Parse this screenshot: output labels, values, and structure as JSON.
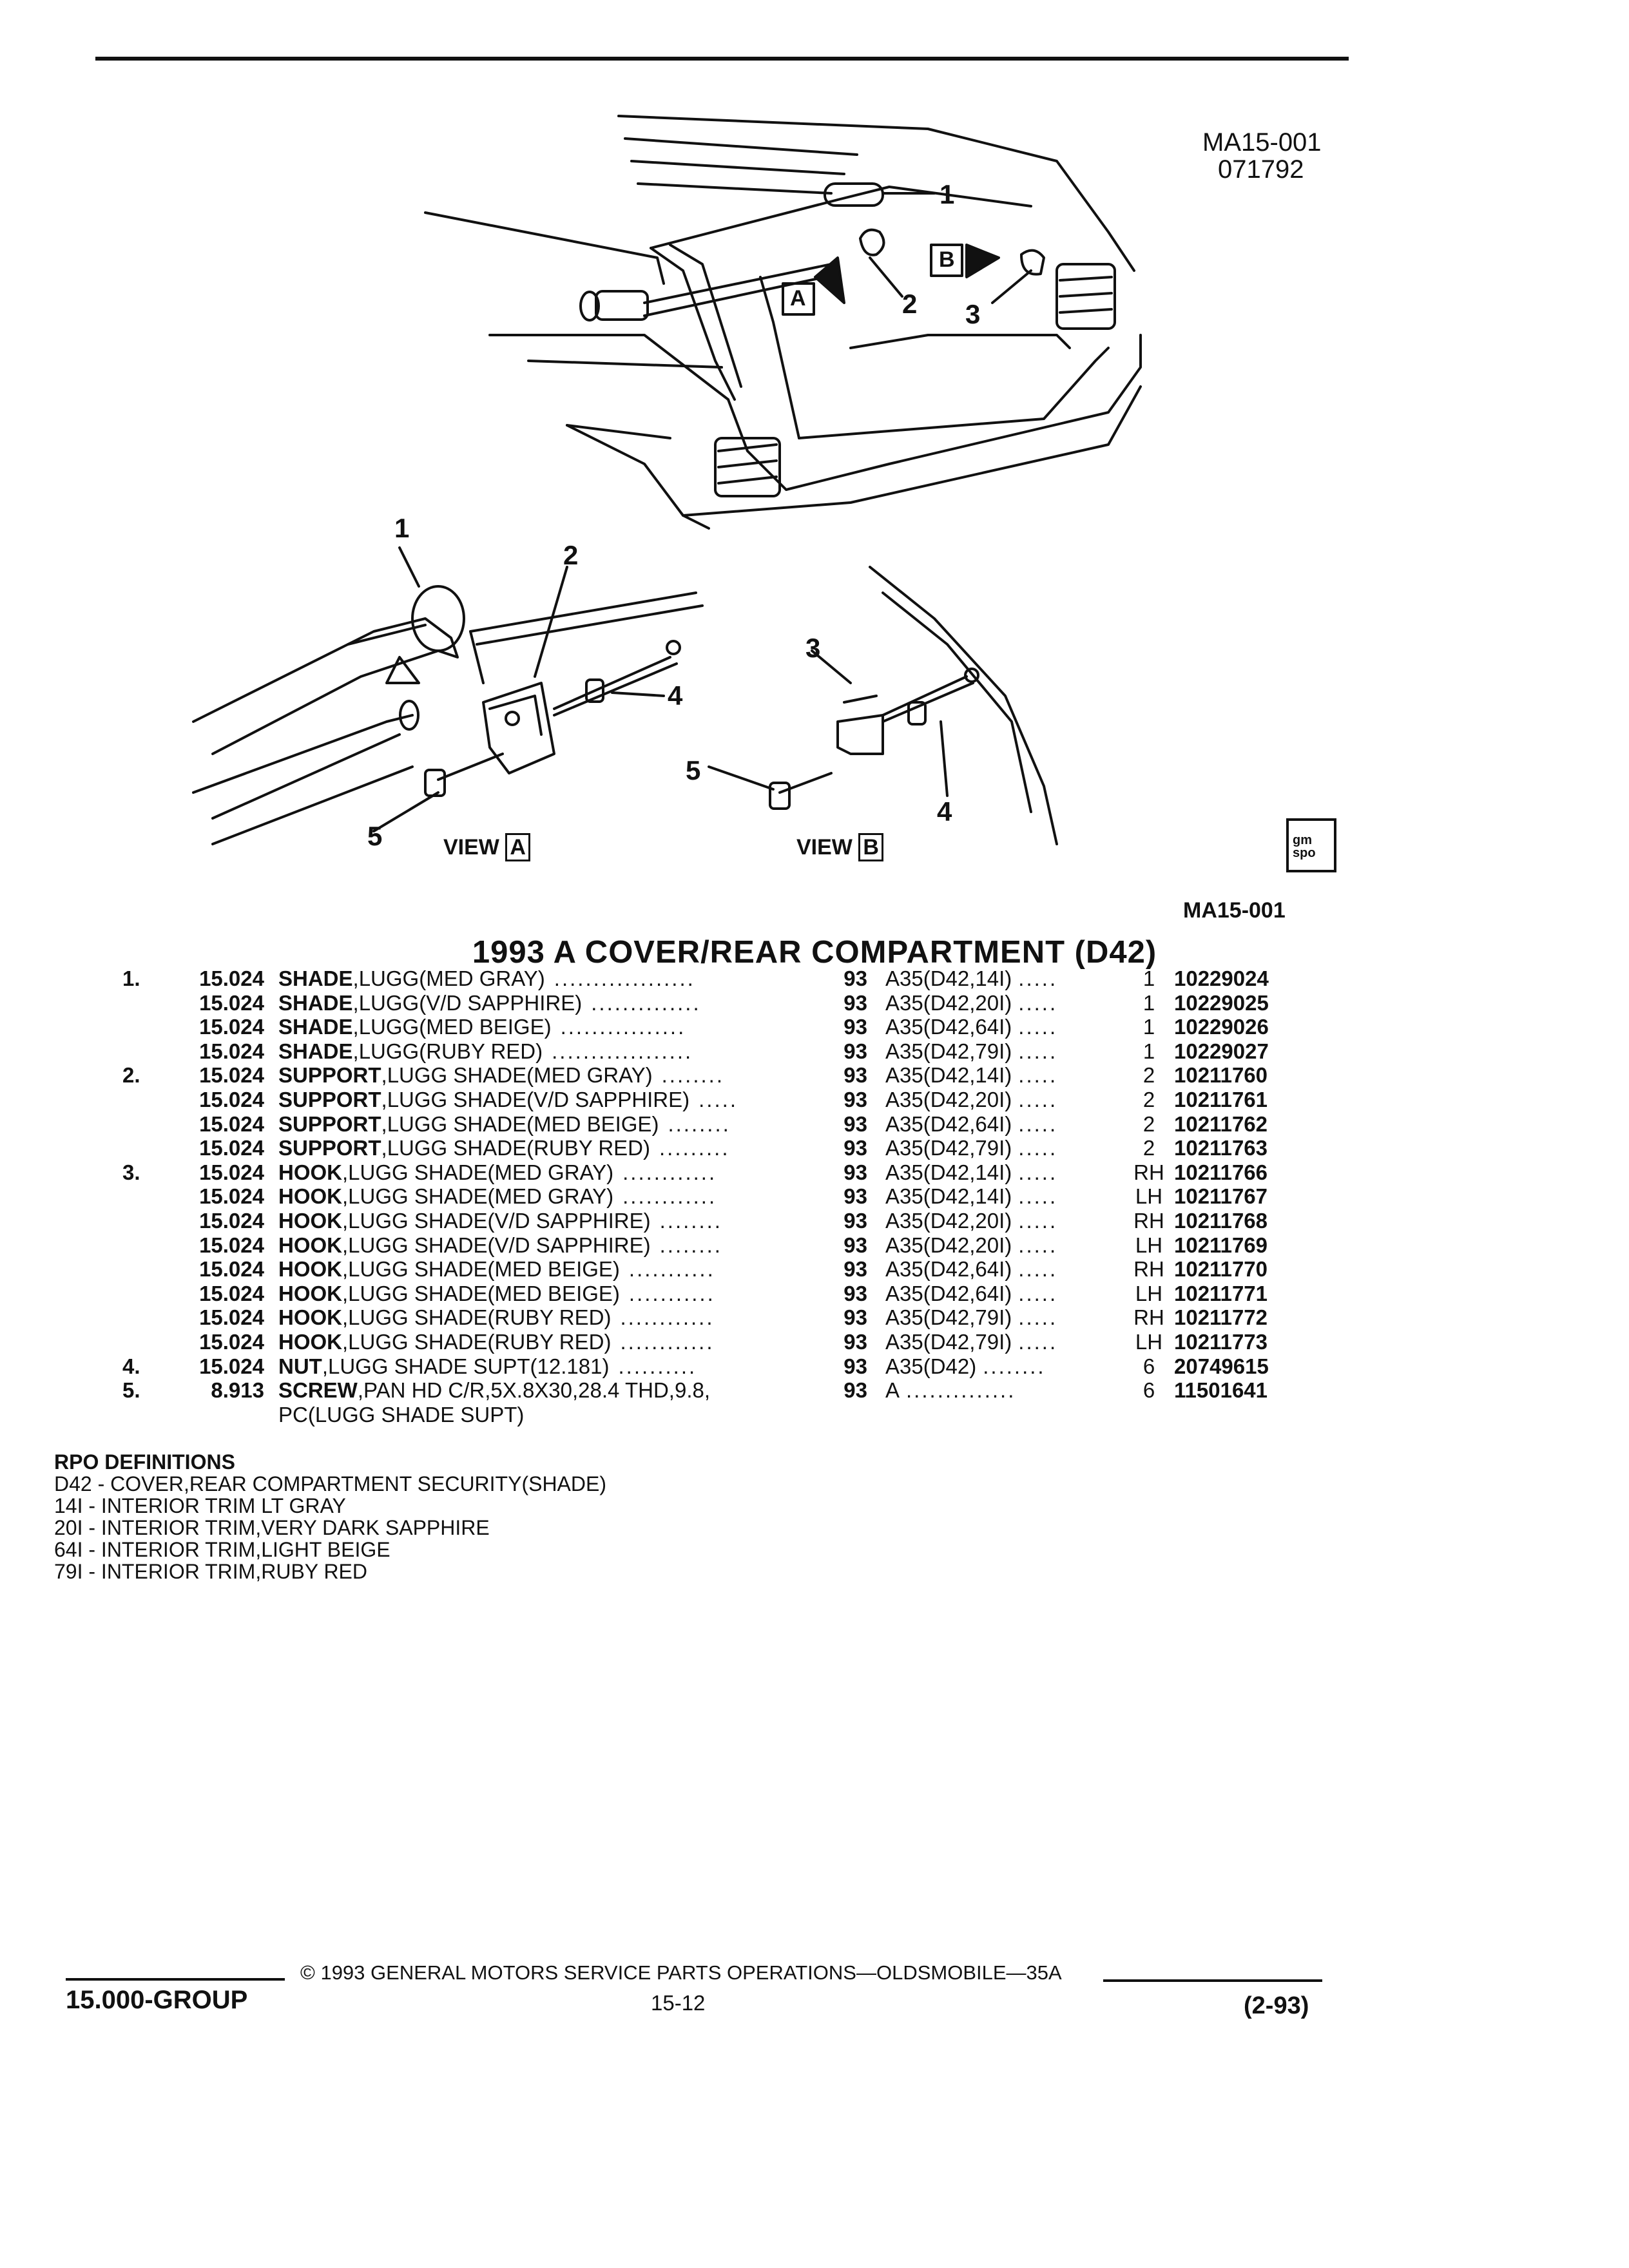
{
  "header": {
    "figure_code": "MA15-001",
    "figure_date": "071792"
  },
  "illustration": {
    "callouts": [
      "1",
      "1",
      "2",
      "2",
      "3",
      "3",
      "4",
      "4",
      "5",
      "5"
    ],
    "view_a_label": "VIEW",
    "view_a_letter": "A",
    "view_b_label": "VIEW",
    "view_b_letter": "B",
    "figure_code_bottom": "MA15-001",
    "logo_text": "gm spo"
  },
  "section_title": "1993 A COVER/REAR COMPARTMENT (D42)",
  "parts": [
    {
      "item": "1.",
      "group": "15.024",
      "name": "SHADE",
      "detail": ",LUGG(MED GRAY)",
      "dots": "..................",
      "yr": "93",
      "app": "A35(D42,14I)",
      "appdots": ".....",
      "qty": "1",
      "pn": "10229024"
    },
    {
      "item": "",
      "group": "15.024",
      "name": "SHADE",
      "detail": ",LUGG(V/D SAPPHIRE)",
      "dots": "..............",
      "yr": "93",
      "app": "A35(D42,20I)",
      "appdots": ".....",
      "qty": "1",
      "pn": "10229025"
    },
    {
      "item": "",
      "group": "15.024",
      "name": "SHADE",
      "detail": ",LUGG(MED BEIGE)",
      "dots": "................",
      "yr": "93",
      "app": "A35(D42,64I)",
      "appdots": ".....",
      "qty": "1",
      "pn": "10229026"
    },
    {
      "item": "",
      "group": "15.024",
      "name": "SHADE",
      "detail": ",LUGG(RUBY RED)",
      "dots": "..................",
      "yr": "93",
      "app": "A35(D42,79I)",
      "appdots": ".....",
      "qty": "1",
      "pn": "10229027"
    },
    {
      "item": "2.",
      "group": "15.024",
      "name": "SUPPORT",
      "detail": ",LUGG SHADE(MED GRAY)",
      "dots": "........",
      "yr": "93",
      "app": "A35(D42,14I)",
      "appdots": ".....",
      "qty": "2",
      "pn": "10211760"
    },
    {
      "item": "",
      "group": "15.024",
      "name": "SUPPORT",
      "detail": ",LUGG SHADE(V/D SAPPHIRE)",
      "dots": ".....",
      "yr": "93",
      "app": "A35(D42,20I)",
      "appdots": ".....",
      "qty": "2",
      "pn": "10211761"
    },
    {
      "item": "",
      "group": "15.024",
      "name": "SUPPORT",
      "detail": ",LUGG SHADE(MED BEIGE)",
      "dots": "........",
      "yr": "93",
      "app": "A35(D42,64I)",
      "appdots": ".....",
      "qty": "2",
      "pn": "10211762"
    },
    {
      "item": "",
      "group": "15.024",
      "name": "SUPPORT",
      "detail": ",LUGG SHADE(RUBY RED)",
      "dots": ".........",
      "yr": "93",
      "app": "A35(D42,79I)",
      "appdots": ".....",
      "qty": "2",
      "pn": "10211763"
    },
    {
      "item": "3.",
      "group": "15.024",
      "name": "HOOK",
      "detail": ",LUGG SHADE(MED GRAY)",
      "dots": "............",
      "yr": "93",
      "app": "A35(D42,14I)",
      "appdots": ".....",
      "qty": "RH",
      "pn": "10211766"
    },
    {
      "item": "",
      "group": "15.024",
      "name": "HOOK",
      "detail": ",LUGG SHADE(MED GRAY)",
      "dots": "............",
      "yr": "93",
      "app": "A35(D42,14I)",
      "appdots": ".....",
      "qty": "LH",
      "pn": "10211767"
    },
    {
      "item": "",
      "group": "15.024",
      "name": "HOOK",
      "detail": ",LUGG SHADE(V/D SAPPHIRE)",
      "dots": "........",
      "yr": "93",
      "app": "A35(D42,20I)",
      "appdots": ".....",
      "qty": "RH",
      "pn": "10211768"
    },
    {
      "item": "",
      "group": "15.024",
      "name": "HOOK",
      "detail": ",LUGG SHADE(V/D SAPPHIRE)",
      "dots": "........",
      "yr": "93",
      "app": "A35(D42,20I)",
      "appdots": ".....",
      "qty": "LH",
      "pn": "10211769"
    },
    {
      "item": "",
      "group": "15.024",
      "name": "HOOK",
      "detail": ",LUGG SHADE(MED BEIGE)",
      "dots": "...........",
      "yr": "93",
      "app": "A35(D42,64I)",
      "appdots": ".....",
      "qty": "RH",
      "pn": "10211770"
    },
    {
      "item": "",
      "group": "15.024",
      "name": "HOOK",
      "detail": ",LUGG SHADE(MED BEIGE)",
      "dots": "...........",
      "yr": "93",
      "app": "A35(D42,64I)",
      "appdots": ".....",
      "qty": "LH",
      "pn": "10211771"
    },
    {
      "item": "",
      "group": "15.024",
      "name": "HOOK",
      "detail": ",LUGG SHADE(RUBY RED)",
      "dots": "............",
      "yr": "93",
      "app": "A35(D42,79I)",
      "appdots": ".....",
      "qty": "RH",
      "pn": "10211772"
    },
    {
      "item": "",
      "group": "15.024",
      "name": "HOOK",
      "detail": ",LUGG SHADE(RUBY RED)",
      "dots": "............",
      "yr": "93",
      "app": "A35(D42,79I)",
      "appdots": ".....",
      "qty": "LH",
      "pn": "10211773"
    },
    {
      "item": "4.",
      "group": "15.024",
      "name": "NUT",
      "detail": ",LUGG SHADE SUPT(12.181)",
      "dots": "..........",
      "yr": "93",
      "app": "A35(D42)",
      "appdots": "........",
      "qty": "6",
      "pn": "20749615"
    },
    {
      "item": "5.",
      "group": "8.913",
      "name": "SCREW",
      "detail": ",PAN HD C/R,5X.8X30,28.4 THD,9.8,",
      "dots": "",
      "yr": "93",
      "app": "A",
      "appdots": "..............",
      "qty": "6",
      "pn": "11501641"
    },
    {
      "item": "",
      "group": "",
      "name": "",
      "detail": "PC(LUGG SHADE SUPT)",
      "dots": "",
      "yr": "",
      "app": "",
      "appdots": "",
      "qty": "",
      "pn": ""
    }
  ],
  "rpo": {
    "heading": "RPO DEFINITIONS",
    "lines": [
      "D42 - COVER,REAR COMPARTMENT SECURITY(SHADE)",
      "14I - INTERIOR TRIM LT GRAY",
      "20I - INTERIOR TRIM,VERY DARK SAPPHIRE",
      "64I - INTERIOR TRIM,LIGHT BEIGE",
      "79I - INTERIOR TRIM,RUBY RED"
    ]
  },
  "footer": {
    "group": "15.000-GROUP",
    "copyright": "© 1993 GENERAL MOTORS SERVICE PARTS OPERATIONS—OLDSMOBILE—35A",
    "page": "15-12",
    "date": "(2-93)"
  }
}
